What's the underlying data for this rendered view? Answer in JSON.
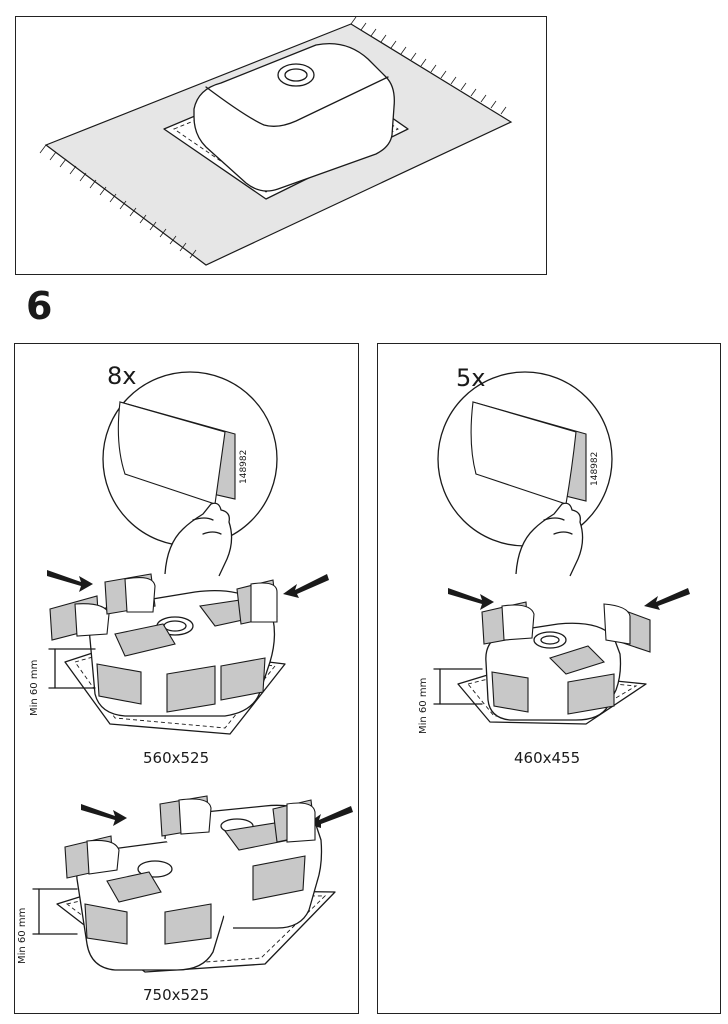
{
  "step": {
    "number": "6"
  },
  "left_panel": {
    "quantity": "8x",
    "pad_code": "148982",
    "sink_single": {
      "size_label": "560x525",
      "min_label": "Min 60 mm"
    },
    "sink_double": {
      "size_label": "750x525",
      "min_label": "Min 60 mm"
    }
  },
  "right_panel": {
    "quantity": "5x",
    "pad_code": "148982",
    "sink_small": {
      "size_label": "460x455",
      "min_label": "Min 60 mm"
    }
  },
  "colors": {
    "line": "#1a1a1a",
    "pad_fill": "#c8c8c8",
    "blanket_fill": "#e6e6e6"
  }
}
